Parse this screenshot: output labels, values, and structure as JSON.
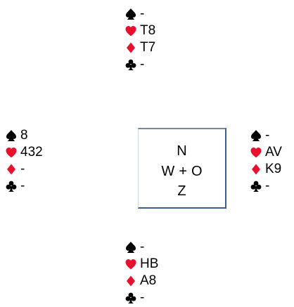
{
  "colors": {
    "black_suit": "#000000",
    "red_suit": "#e8112d",
    "text": "#000000",
    "compass_border": "#3a5f8c"
  },
  "suit_icons": {
    "spades": "spade-icon",
    "hearts": "heart-icon",
    "diamonds": "diamond-icon",
    "clubs": "club-icon"
  },
  "hands": {
    "north": {
      "spades": "-",
      "hearts": "T8",
      "diamonds": "T7",
      "clubs": "-"
    },
    "west": {
      "spades": "8",
      "hearts": "432",
      "diamonds": "-",
      "clubs": "-"
    },
    "east": {
      "spades": "-",
      "hearts": "AV",
      "diamonds": "K9",
      "clubs": "-"
    },
    "south": {
      "spades": "-",
      "hearts": "HB",
      "diamonds": "A8",
      "clubs": "-"
    }
  },
  "compass": {
    "north": "N",
    "west": "W",
    "plus": "+",
    "east": "O",
    "south": "Z"
  }
}
